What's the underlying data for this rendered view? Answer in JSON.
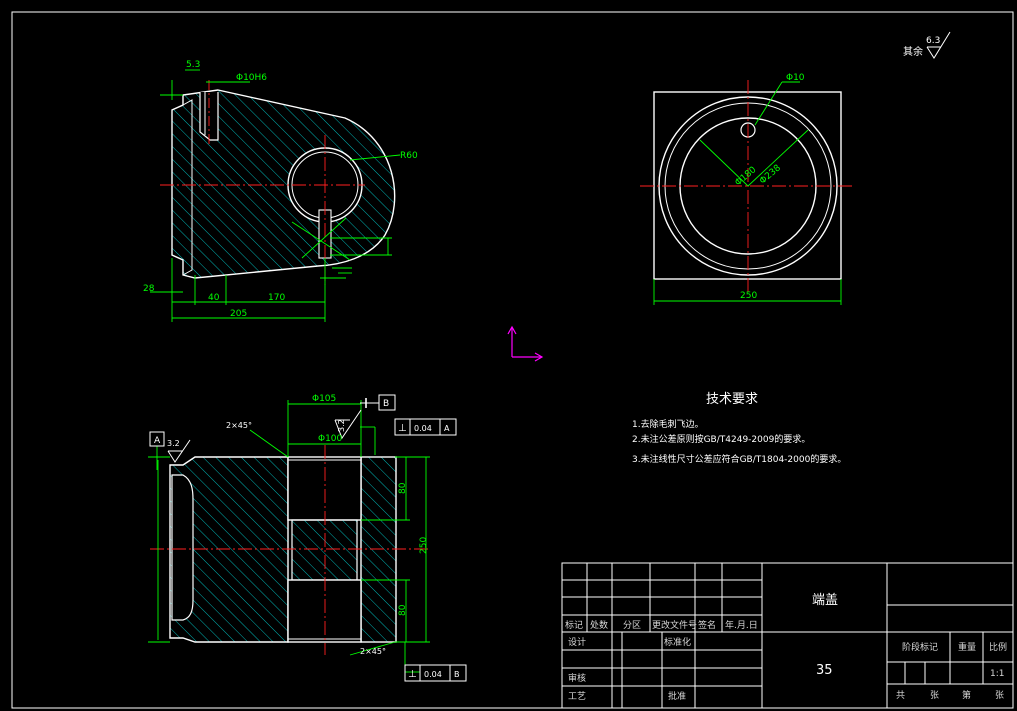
{
  "colors": {
    "background": "#000000",
    "outline": "#ffffff",
    "dimension": "#00ff00",
    "centerline": "#ff2020",
    "hatch": "#00c8c8",
    "text_white": "#ffffff",
    "ucs": "#ff00ff",
    "table_text": "#d8d8d8"
  },
  "top_left_view": {
    "dims": {
      "top_small": "5.3",
      "hole": "Φ10H6",
      "radius": "R60",
      "width_total": "205",
      "w40": "40",
      "w170": "170",
      "left_small": "28"
    }
  },
  "top_right_view": {
    "dims": {
      "hole": "Φ10",
      "d180": "Φ180",
      "d238": "Φ238",
      "width": "250"
    },
    "roughness_label": "其余",
    "roughness_value": "6.3"
  },
  "bottom_left_view": {
    "dims": {
      "bore_top": "Φ105",
      "bore_inner": "Φ100",
      "chamfer_top": "2×45°",
      "chamfer_bottom": "2×45°",
      "h80_top": "80",
      "h80_bottom": "80",
      "overall_side": "250",
      "roughness_a": "3.2",
      "roughness_b": "3.2"
    },
    "tolerance_top": {
      "symbol": "⊥",
      "value": "0.04",
      "datum": "A"
    },
    "tolerance_bottom": {
      "symbol": "⊥",
      "value": "0.04",
      "datum": "B"
    },
    "datum_a": "A",
    "datum_b": "B"
  },
  "tech_requirements": {
    "title": "技术要求",
    "items": [
      "1.去除毛刺飞边。",
      "2.未注公差原则按GB/T4249-2009的要求。",
      "3.未注线性尺寸公差应符合GB/T1804-2000的要求。"
    ]
  },
  "title_block": {
    "part_name": "端盖",
    "material": "35",
    "header_row": [
      "标记",
      "处数",
      "分区",
      "更改文件号",
      "签名",
      "年.月.日"
    ],
    "design": "设计",
    "standardize": "标准化",
    "review": "审核",
    "process": "工艺",
    "approve": "批准",
    "stage_mark": "阶段标记",
    "weight": "重量",
    "scale": "比例",
    "scale_value": "1:1",
    "sheets_total": "共",
    "sheets_unit_a": "张",
    "sheet_no": "第",
    "sheets_unit_b": "张"
  }
}
